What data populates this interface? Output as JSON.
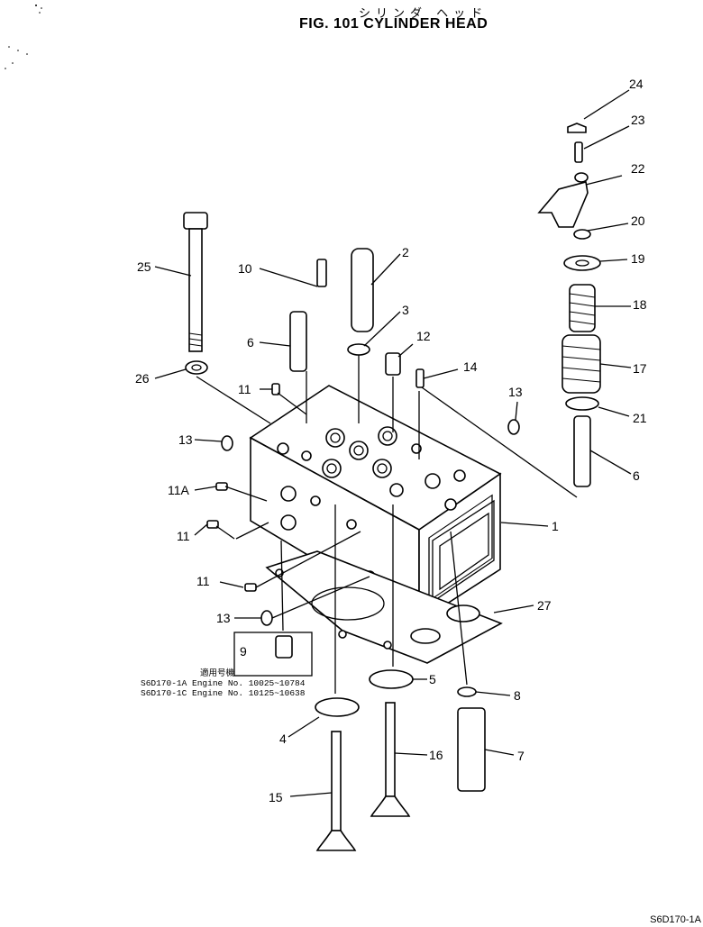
{
  "header": {
    "kana": "シリンダ ヘッド",
    "title": "FIG. 101  CYLINDER HEAD"
  },
  "callouts": [
    "24",
    "23",
    "22",
    "20",
    "19",
    "18",
    "17",
    "21",
    "6",
    "13",
    "1",
    "27",
    "8",
    "7",
    "16",
    "5",
    "4",
    "15",
    "2",
    "3",
    "12",
    "14",
    "10",
    "6",
    "25",
    "26",
    "11",
    "13",
    "11A",
    "11",
    "11",
    "13",
    "9"
  ],
  "note": {
    "heading": "適用号機",
    "line1": "S6D170-1A  Engine  No. 10025~10784",
    "line2": "S6D170-1C  Engine  No. 10125~10638"
  },
  "doc_id": "S6D170-1A"
}
